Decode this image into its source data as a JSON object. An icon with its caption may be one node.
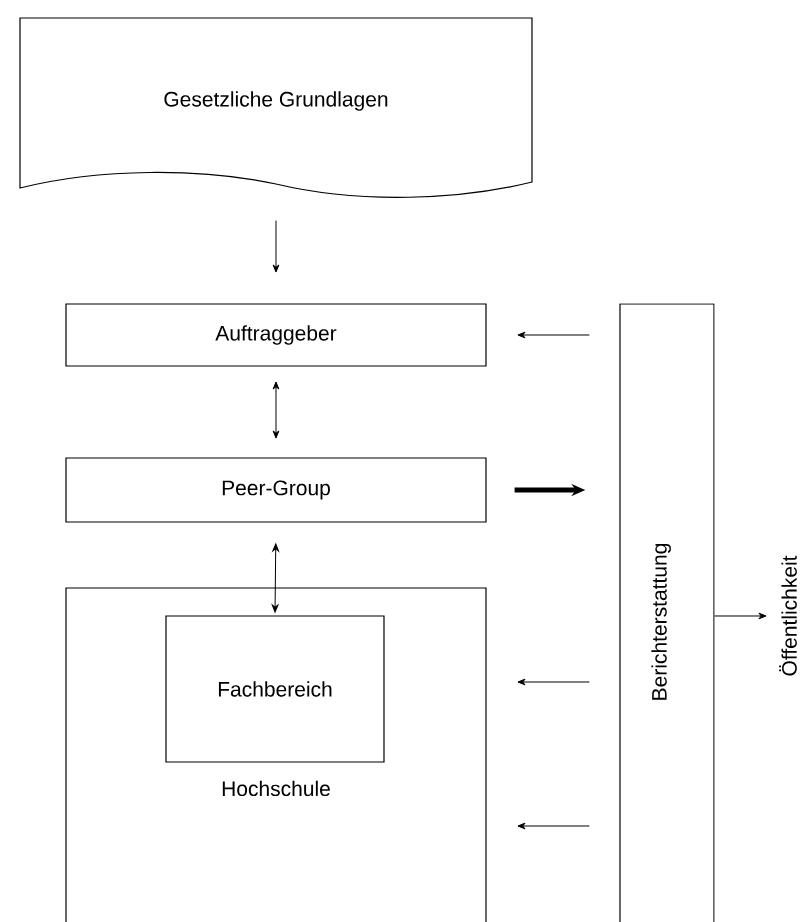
{
  "diagram": {
    "nodes": [
      {
        "text": [
          "Gesetzliche Grundlagen"
        ]
      },
      {
        "text": [
          "Auftraggeber"
        ]
      },
      {
        "text": [
          "Peer-Group"
        ]
      },
      {
        "text": [
          "Hochschule"
        ]
      },
      {
        "text": [
          "Fachbereich"
        ],
        "in": 3
      },
      {
        "text": [
          "Berichterstattung"
        ]
      },
      {
        "text": [
          "Öffentlichkeit"
        ]
      }
    ],
    "edges": [
      {
        "from": 0,
        "to": 1,
        "arrow": "to"
      },
      {
        "from": 1,
        "to": 2,
        "arrow": "both"
      },
      {
        "from": 2,
        "to": 4,
        "arrow": "both"
      },
      {
        "from": 2,
        "to": 5,
        "arrow": "to",
        "style": "thick"
      },
      {
        "from": 5,
        "to": 1,
        "arrow": "to"
      },
      {
        "from": 5,
        "to": 3,
        "arrow": "to"
      },
      {
        "from": 5,
        "to": 3,
        "arrow": "to"
      },
      {
        "from": 5,
        "to": 6,
        "arrow": "to"
      }
    ]
  }
}
